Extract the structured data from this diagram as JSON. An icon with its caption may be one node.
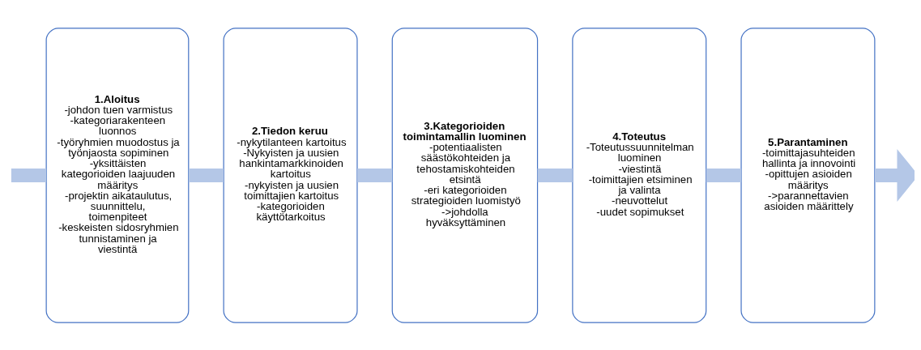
{
  "diagram": {
    "nodes": [
      {
        "text": [
          "1.Aloitus",
          "-johdon tuen varmistus",
          "-kategoriarakenteen luonnos",
          "-työryhmien muodostus ja työnjaosta sopiminen",
          "-yksittäisten kategorioiden laajuuden määritys",
          "-projektin aikataulutus, suunnittelu, toimenpiteet",
          "-keskeisten sidosryhmien tunnistaminen ja viestintä"
        ]
      },
      {
        "text": [
          "2.Tiedon keruu",
          "-nykytilanteen kartoitus",
          "-Nykyisten ja uusien hankintamarkkinoiden kartoitus",
          "-nykyisten ja uusien toimittajien kartoitus",
          "-kategorioiden käyttötarkoitus"
        ]
      },
      {
        "text": [
          "3.Kategorioiden toimintamallin luominen",
          "-potentiaalisten säästökohteiden ja tehostamiskohteiden etsintä",
          "-eri kategorioiden strategioiden luomistyö",
          "->johdolla hyväksyttäminen"
        ]
      },
      {
        "text": [
          "4.Toteutus",
          "-Toteutussuunnitelman luominen",
          "-viestintä",
          "-toimittajien etsiminen ja valinta",
          "-neuvottelut",
          "-uudet sopimukset"
        ]
      },
      {
        "text": [
          "5.Parantaminen",
          "-toimittajasuhteiden hallinta ja innovointi",
          "-opittujen asioiden määritys",
          "->parannettavien asioiden määrittely"
        ]
      }
    ],
    "edges": [
      {
        "from": null,
        "to": 0,
        "arrow": "none"
      },
      {
        "from": 0,
        "to": 1,
        "arrow": "none"
      },
      {
        "from": 1,
        "to": 2,
        "arrow": "none"
      },
      {
        "from": 2,
        "to": 3,
        "arrow": "none"
      },
      {
        "from": 3,
        "to": 4,
        "arrow": "none"
      },
      {
        "from": 4,
        "to": null,
        "arrow": "to"
      }
    ]
  }
}
